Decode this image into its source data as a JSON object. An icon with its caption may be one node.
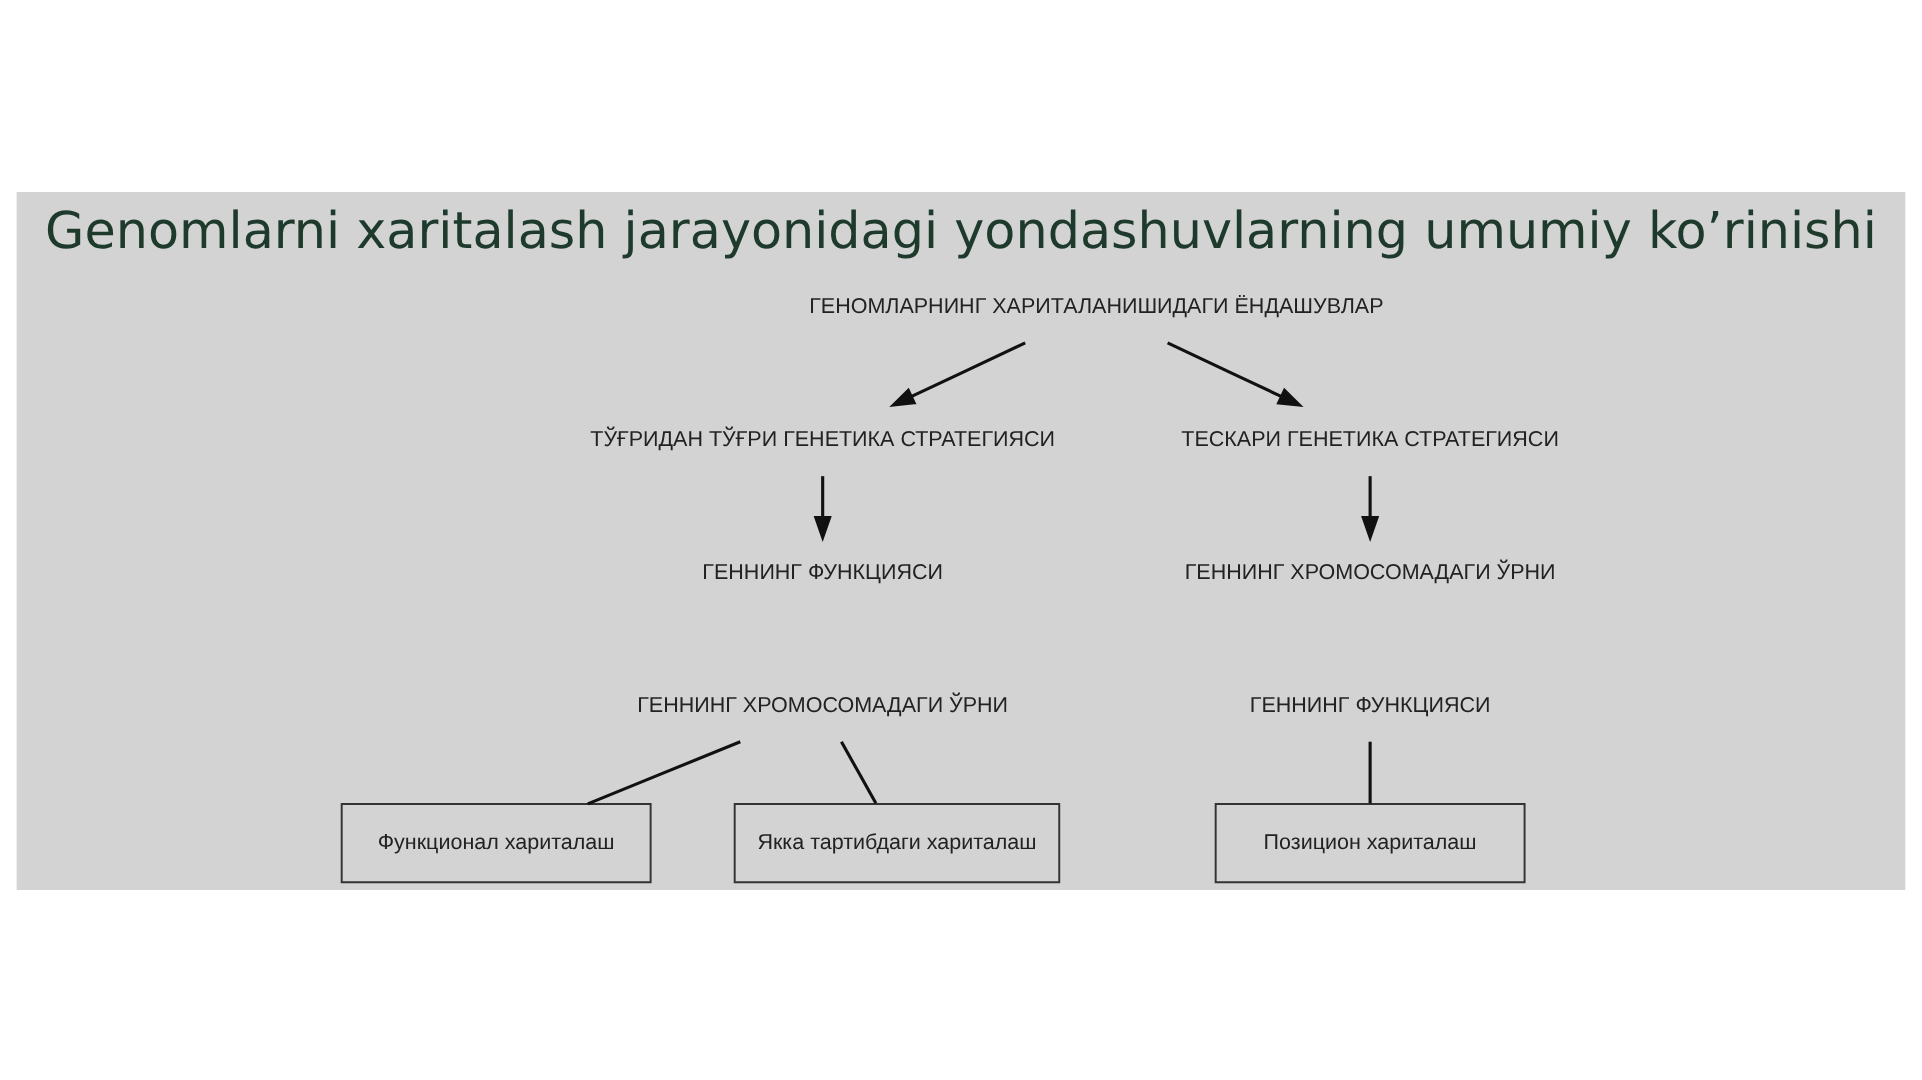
{
  "diagram": {
    "title": "Genomlarni xaritalash jarayonidagi yondashuvlarning umumiy ko’rinishi",
    "nodes": [
      {
        "text": [
          "ГЕНОМЛАРНИНГ ХАРИТАЛАНИШИДАГИ ЁНДАШУВЛАР"
        ]
      },
      {
        "text": [
          "ТЎҒРИДАН ТЎҒРИ ГЕНЕТИКА СТРАТЕГИЯСИ"
        ]
      },
      {
        "text": [
          "ТЕСКАРИ ГЕНЕТИКА СТРАТЕГИЯСИ"
        ]
      },
      {
        "text": [
          "ГЕННИНГ ФУНКЦИЯСИ"
        ]
      },
      {
        "text": [
          "ГЕННИНГ ХРОМОСОМАДАГИ ЎРНИ"
        ]
      },
      {
        "text": [
          "ГЕННИНГ ХРОМОСОМАДАГИ ЎРНИ"
        ]
      },
      {
        "text": [
          "ГЕННИНГ ФУНКЦИЯСИ"
        ]
      },
      {
        "text": [
          "Функционал хариталаш"
        ]
      },
      {
        "text": [
          "Якка тартибдаги хариталаш"
        ]
      },
      {
        "text": [
          "Позицион хариталаш"
        ]
      }
    ],
    "edges": [
      {
        "from": 0,
        "to": 1,
        "arrow": "to"
      },
      {
        "from": 0,
        "to": 2,
        "arrow": "to"
      },
      {
        "from": 1,
        "to": 3,
        "arrow": "to"
      },
      {
        "from": 2,
        "to": 5,
        "arrow": "to"
      },
      {
        "from": 4,
        "to": 7,
        "arrow": "none"
      },
      {
        "from": 4,
        "to": 8,
        "arrow": "none"
      },
      {
        "from": 6,
        "to": 9,
        "arrow": "none"
      }
    ]
  }
}
